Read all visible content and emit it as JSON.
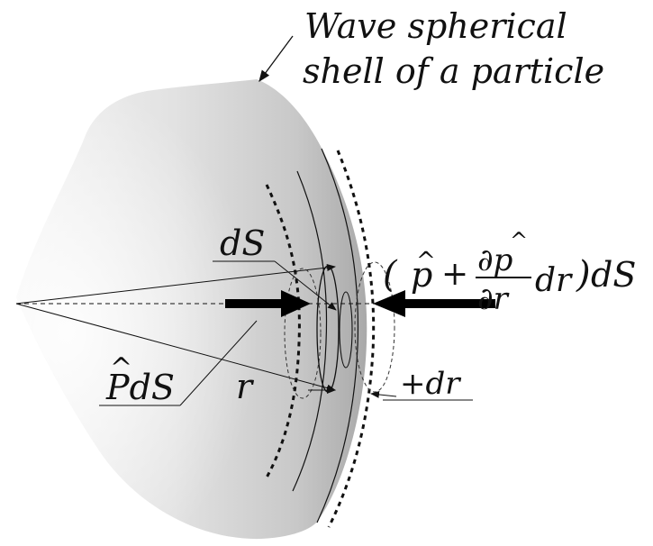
{
  "caption": {
    "line1": "Wave spherical",
    "line2": "shell of a particle"
  },
  "labels": {
    "ds": "dS",
    "p_ds": "PdS",
    "p_hat_mark": "^",
    "r": "r",
    "plus_dr": "+dr",
    "formula_open": "(",
    "formula_p": "p",
    "formula_plus": "+",
    "formula_num": "∂p",
    "formula_den": "∂r",
    "formula_dr": "dr",
    "formula_close": ")",
    "formula_ds": "dS"
  }
}
